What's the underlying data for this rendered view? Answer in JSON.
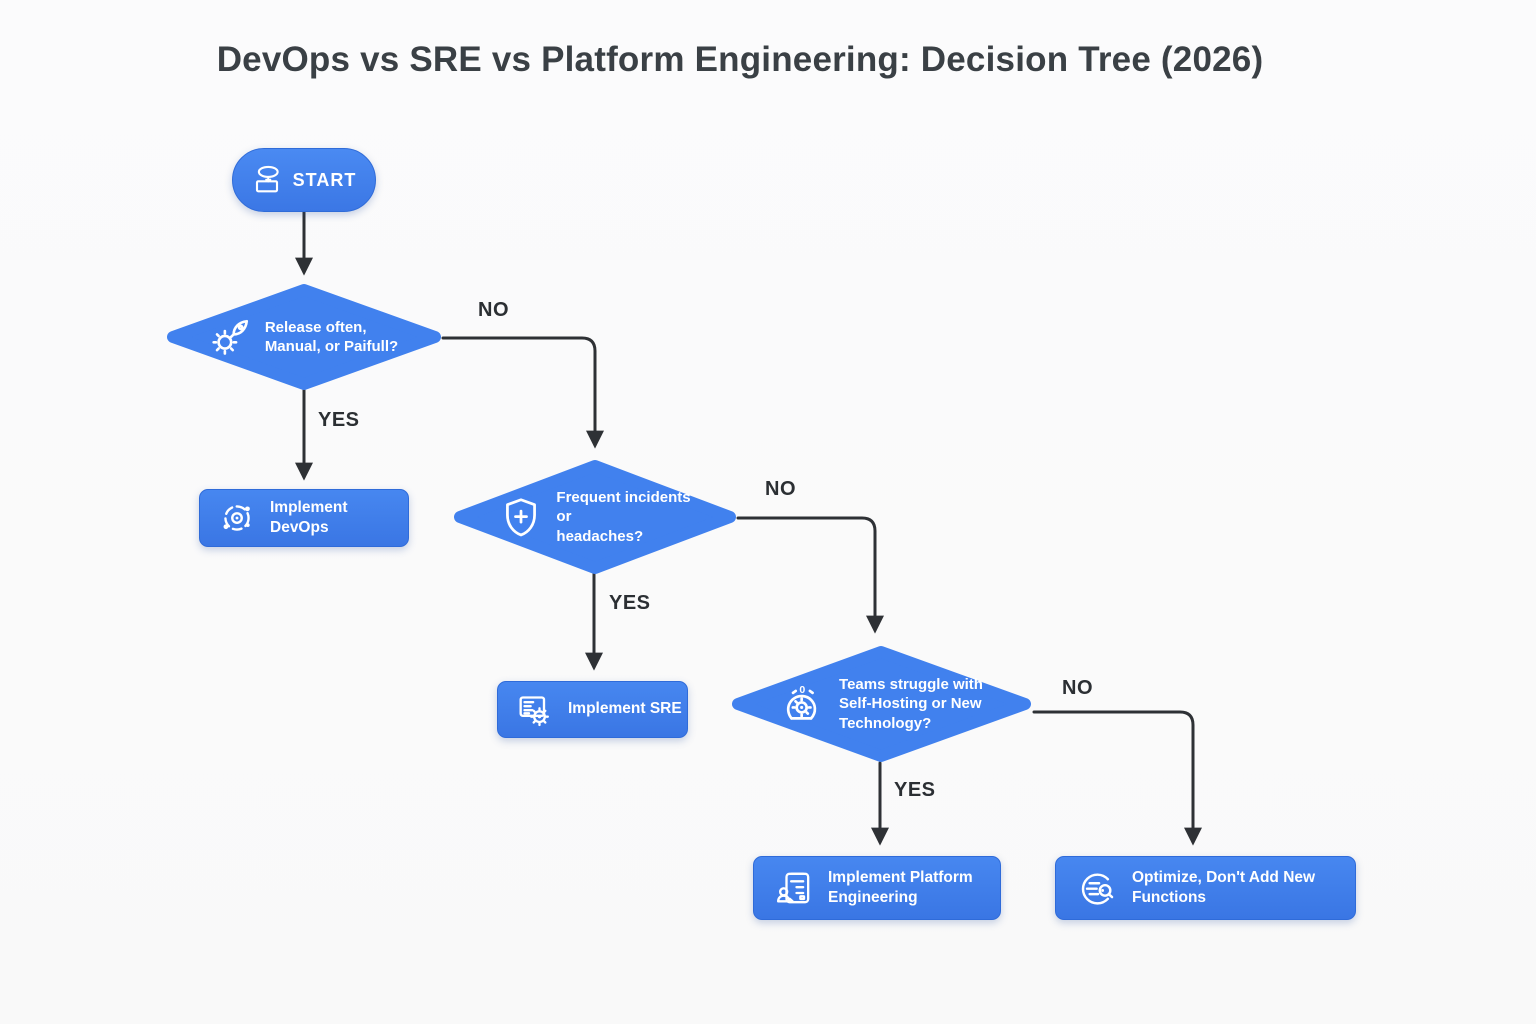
{
  "title": "DevOps vs SRE vs Platform Engineering: Decision Tree (2026)",
  "colors": {
    "node_fill": "#4181ee",
    "node_border": "#2f6bd9",
    "arrow": "#2e3135",
    "background": "#fafafa",
    "title_text": "#3a4045",
    "edge_label_text": "#2b2f33",
    "node_text": "#ffffff"
  },
  "nodes": {
    "start": {
      "label": "START",
      "icon": "flowchart-icon"
    },
    "release_decision": {
      "label": "Release often,\nManual, or Paifull?",
      "icon": "rocket-gear-icon"
    },
    "incidents_decision": {
      "label": "Frequent incidents\nor\nheadaches?",
      "icon": "shield-plus-icon"
    },
    "teams_decision": {
      "label": "Teams struggle with\nSelf-Hosting or New\nTechnology?",
      "icon": "mind-gear-icon"
    },
    "implement_devops": {
      "label": "Implement DevOps",
      "icon": "devops-cycle-icon"
    },
    "implement_sre": {
      "label": "Implement SRE",
      "icon": "server-gear-icon"
    },
    "implement_platform": {
      "label": "Implement Platform\nEngineering",
      "icon": "clipboard-person-icon"
    },
    "optimize": {
      "label": "Optimize, Don't Add New\nFunctions",
      "icon": "gauge-icon"
    }
  },
  "edges": [
    {
      "from": "start",
      "to": "release_decision",
      "label": ""
    },
    {
      "from": "release_decision",
      "to": "implement_devops",
      "label": "YES"
    },
    {
      "from": "release_decision",
      "to": "incidents_decision",
      "label": "NO"
    },
    {
      "from": "incidents_decision",
      "to": "implement_sre",
      "label": "YES"
    },
    {
      "from": "incidents_decision",
      "to": "teams_decision",
      "label": "NO"
    },
    {
      "from": "teams_decision",
      "to": "implement_platform",
      "label": "YES"
    },
    {
      "from": "teams_decision",
      "to": "optimize",
      "label": "NO"
    }
  ]
}
